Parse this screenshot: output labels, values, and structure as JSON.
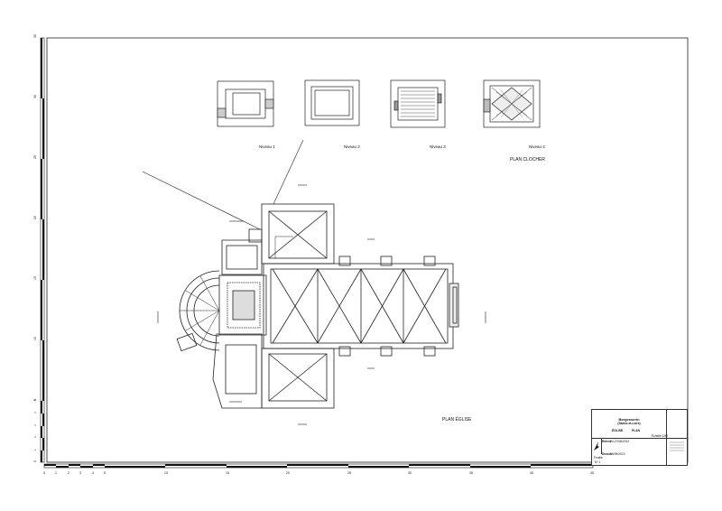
{
  "scale_bar": {
    "left_ticks": [
      "0",
      "5",
      "10",
      "15",
      "20",
      "25",
      "30",
      "35",
      "40"
    ],
    "left_minor_ticks": [
      "1",
      "2",
      "3",
      "4",
      "5"
    ],
    "bottom_ticks": [
      "0",
      "1",
      "2",
      "3",
      "4",
      "5",
      "10",
      "15",
      "20",
      "25",
      "30",
      "35",
      "40",
      "45"
    ]
  },
  "bell_tower": {
    "levels": [
      "Niveau 1",
      "Niveau 2",
      "Niveau 3",
      "Niveau 4"
    ],
    "title": "PLAN CLOCHER"
  },
  "church": {
    "title": "PLAN ÉGLISE"
  },
  "cartouche": {
    "commune": "Bergesserin",
    "department": "(Saône-et-Loire)",
    "subject": "ÉGLISE",
    "view": "PLAN",
    "scale": "Échelle 1/50",
    "releve_label": "Relevé",
    "releve_date": "24-27/08/2012",
    "dessin_label": "Dessin",
    "dessin_date": "09/09/2013",
    "feuille_label": "Feuille",
    "feuille_num": "Nº 1"
  },
  "colors": {
    "ink": "#111111",
    "paper": "#ffffff",
    "hatch": "#555555"
  }
}
